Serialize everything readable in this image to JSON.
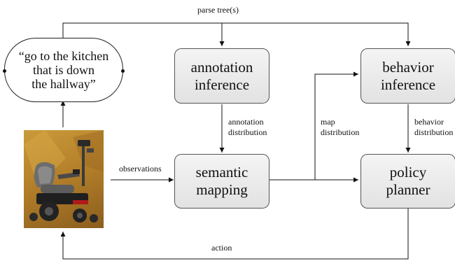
{
  "nodes": {
    "annotation_inference": {
      "line1": "annotation",
      "line2": "inference"
    },
    "behavior_inference": {
      "line1": "behavior",
      "line2": "inference"
    },
    "semantic_mapping": {
      "line1": "semantic",
      "line2": "mapping"
    },
    "policy_planner": {
      "line1": "policy",
      "line2": "planner"
    }
  },
  "command": {
    "line1": "“go to the kitchen",
    "line2": "that is down",
    "line3": "the hallway”"
  },
  "edges": {
    "parse_trees": "parse tree(s)",
    "observations": "observations",
    "annotation_distribution": {
      "line1": "annotation",
      "line2": "distribution"
    },
    "map_distribution": {
      "line1": "map",
      "line2": "distribution"
    },
    "behavior_distribution": {
      "line1": "behavior",
      "line2": "distribution"
    },
    "action": "action"
  },
  "image": {
    "subject": "robotic wheelchair photo"
  }
}
